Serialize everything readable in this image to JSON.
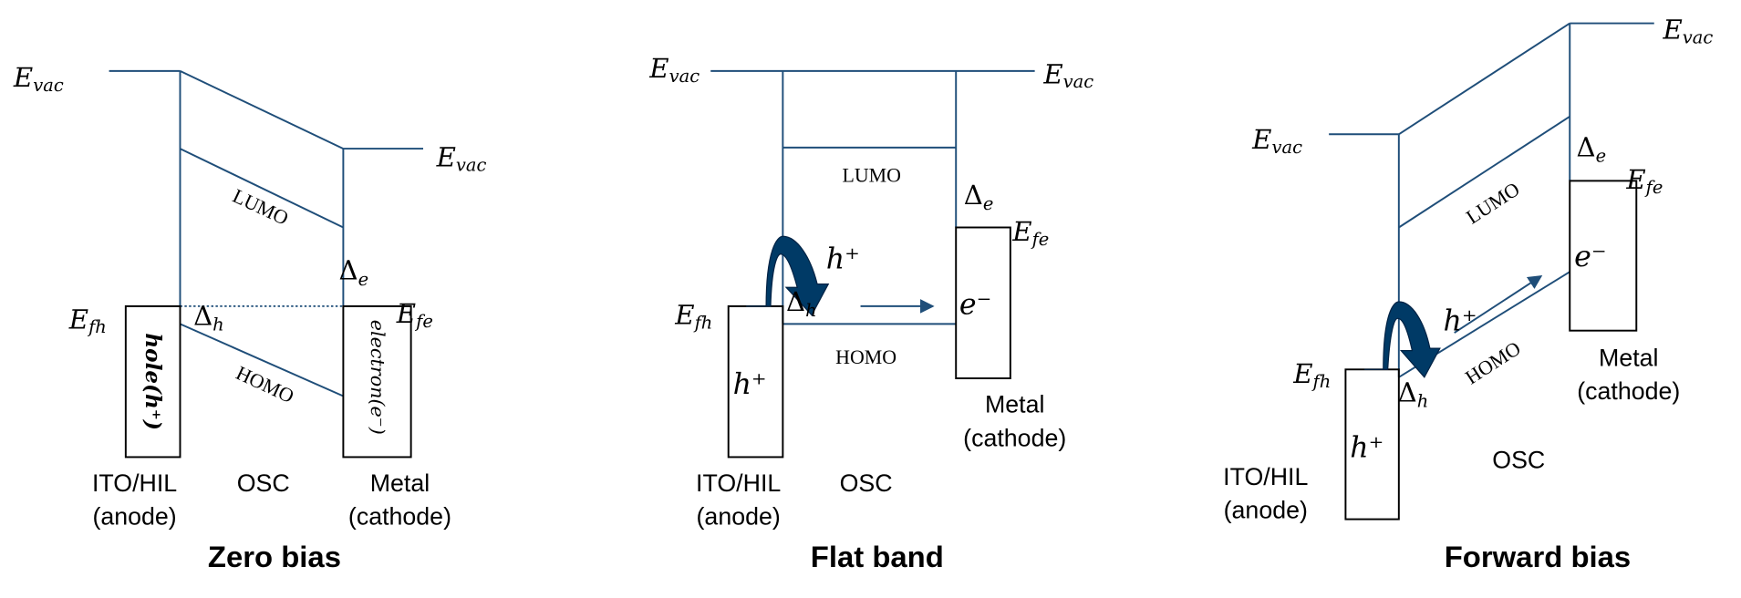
{
  "colors": {
    "band_line": "#1f4e79",
    "arrow": "#003a66",
    "box": "#000000"
  },
  "panels": [
    {
      "title": "Zero bias",
      "evac_left": "E",
      "evac_sub": "vac",
      "lumo": "LUMO",
      "homo": "HOMO",
      "delta_e": "Δ",
      "delta_e_sub": "e",
      "delta_h": "Δ",
      "delta_h_sub": "h",
      "efh": "E",
      "efh_sub": "fh",
      "efe": "E",
      "efe_sub": "fe",
      "anode_box_text": "hole(h⁺)",
      "cathode_box_text": "electron(e⁻)",
      "anode_label_1": "ITO/HIL",
      "anode_label_2": "(anode)",
      "osc_label": "OSC",
      "cathode_label_1": "Metal",
      "cathode_label_2": "(cathode)"
    },
    {
      "title": "Flat band",
      "evac_left": "E",
      "evac_sub": "vac",
      "lumo": "LUMO",
      "homo": "HOMO",
      "delta_e": "Δ",
      "delta_e_sub": "e",
      "delta_h": "Δ",
      "delta_h_sub": "h",
      "efh": "E",
      "efh_sub": "fh",
      "efe": "E",
      "efe_sub": "fe",
      "hole": "h⁺",
      "hole_arrow_label": "h⁺",
      "electron": "e⁻",
      "anode_label_1": "ITO/HIL",
      "anode_label_2": "(anode)",
      "osc_label": "OSC",
      "cathode_label_1": "Metal",
      "cathode_label_2": "(cathode)"
    },
    {
      "title": "Forward bias",
      "evac_left": "E",
      "evac_sub": "vac",
      "lumo": "LUMO",
      "homo": "HOMO",
      "delta_e": "Δ",
      "delta_e_sub": "e",
      "delta_h": "Δ",
      "delta_h_sub": "h",
      "efh": "E",
      "efh_sub": "fh",
      "efe": "E",
      "efe_sub": "fe",
      "hole": "h⁺",
      "hole_arrow_label": "h⁺",
      "electron": "e⁻",
      "anode_label_1": "ITO/HIL",
      "anode_label_2": "(anode)",
      "osc_label": "OSC",
      "cathode_label_1": "Metal",
      "cathode_label_2": "(cathode)"
    }
  ]
}
